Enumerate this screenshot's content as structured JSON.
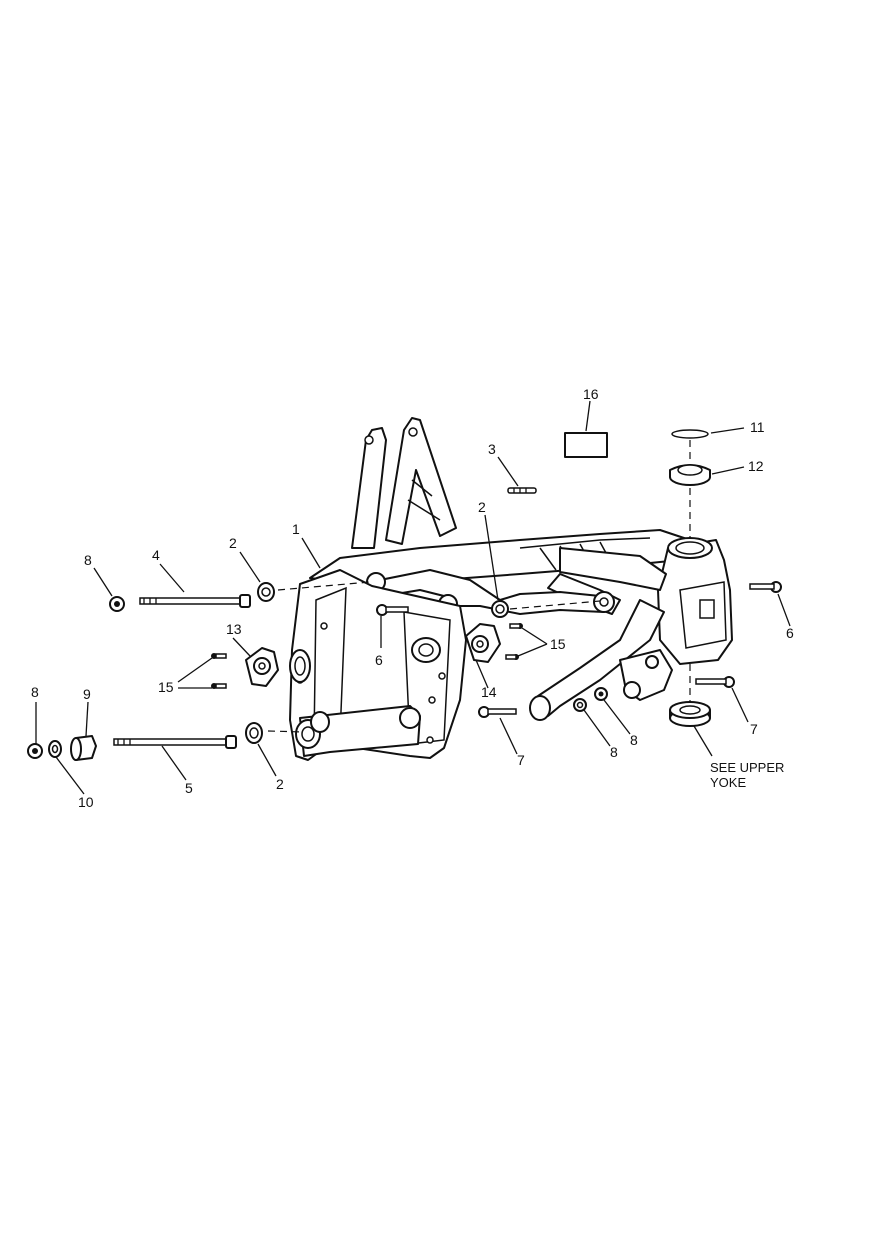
{
  "callouts": {
    "c1": "1",
    "c2a": "2",
    "c2b": "2",
    "c2c": "2",
    "c3": "3",
    "c4": "4",
    "c5": "5",
    "c6a": "6",
    "c6b": "6",
    "c7a": "7",
    "c7b": "7",
    "c8a": "8",
    "c8b": "8",
    "c8c": "8",
    "c8d": "8",
    "c9": "9",
    "c10": "10",
    "c11": "11",
    "c12": "12",
    "c13": "13",
    "c14": "14",
    "c15a": "15",
    "c15b": "15",
    "c16": "16"
  },
  "note": {
    "line1": "SEE UPPER",
    "line2": "YOKE"
  }
}
